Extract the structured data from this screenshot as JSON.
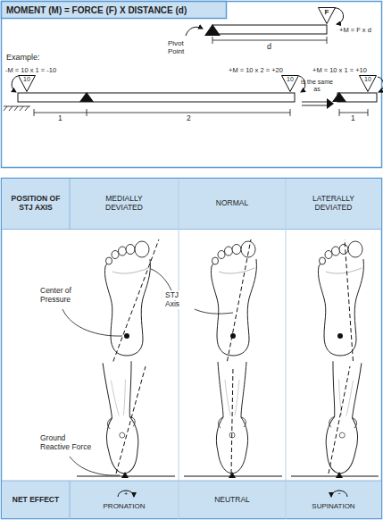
{
  "diagram": {
    "nodes": [
      {
        "text": [
          "MOMENT (M) = FORCE (F) X DISTANCE (d)"
        ]
      },
      {
        "text": [
          "F"
        ]
      },
      {
        "text": [
          "10"
        ]
      },
      {
        "text": [
          "10"
        ]
      },
      {
        "text": [
          "10"
        ]
      },
      {
        "text": [
          "POSITION OF STJ AXIS"
        ]
      },
      {
        "text": [
          "MEDIALLY DEVIATED"
        ]
      },
      {
        "text": [
          "NORMAL"
        ]
      },
      {
        "text": [
          "LATERALLY DEVIATED"
        ]
      },
      {
        "text": [
          "NET EFFECT"
        ]
      },
      {
        "text": [
          "PRONATION"
        ]
      },
      {
        "text": [
          "NEUTRAL"
        ]
      },
      {
        "text": [
          "SUPINATION"
        ]
      }
    ],
    "labels": [
      "+M = F x d",
      "Pivot Point",
      "d",
      "Example:",
      "-M = 10 x 1 = -10",
      "+M = 10 x 2 = +20",
      "+M = 10 x 1 = +10",
      "1",
      "2",
      "is the same as",
      "1",
      "Center of Pressure",
      "STJ Axis",
      "Ground Reactive Force",
      "+",
      "-"
    ]
  }
}
